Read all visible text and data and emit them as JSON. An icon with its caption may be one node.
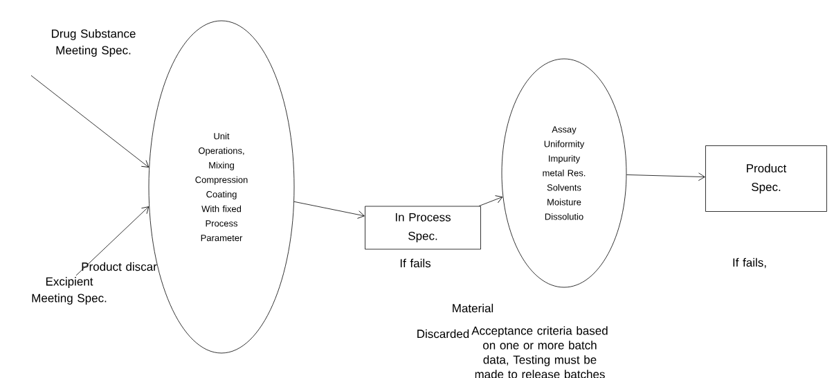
{
  "diagram": {
    "nodes": [
      {
        "text": [
          "Drug Substance Meeting Spec."
        ]
      },
      {
        "text": [
          "Excipient Meeting Spec."
        ]
      },
      {
        "text": [
          "Unit Operations, Mixing Compression Coating With fixed Process Parameter"
        ]
      },
      {
        "text": [
          "In Process Spec."
        ]
      },
      {
        "text": [
          "Assay Uniformity Impurity metal Res. Solvents Moisture Dissolutio"
        ]
      },
      {
        "text": [
          "Product Spec."
        ]
      }
    ],
    "edges": [
      {
        "from": 0,
        "to": 2,
        "arrow": "to"
      },
      {
        "from": 1,
        "to": 2,
        "arrow": "to"
      },
      {
        "from": 2,
        "to": 3,
        "arrow": "to"
      },
      {
        "from": 3,
        "to": 4,
        "arrow": "to"
      },
      {
        "from": 4,
        "to": 5,
        "arrow": "to"
      }
    ],
    "labels": [
      "If fails",
      "Product discar",
      "If fails,",
      "Material",
      "Discarded",
      "Acceptance criteria based on one or more batch data, Testing must be made to release batches"
    ]
  }
}
